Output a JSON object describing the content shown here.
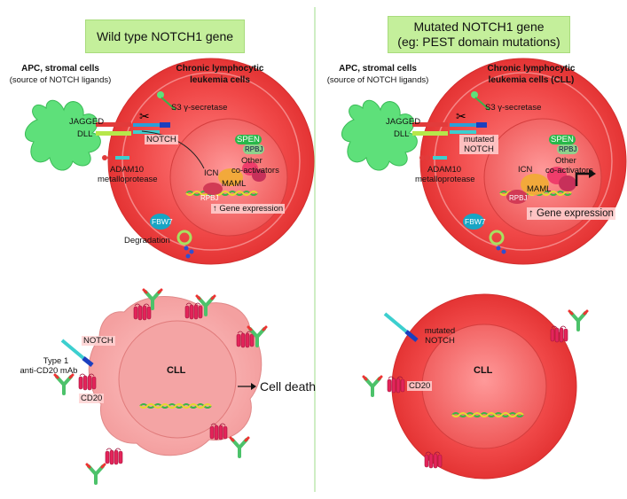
{
  "left": {
    "title": "Wild type NOTCH1 gene",
    "apc_title": "APC, stromal cells",
    "apc_sub": "(source of NOTCH ligands)",
    "cll_title_1": "Chronic lymphocytic",
    "cll_title_2": "leukemia cells",
    "jagged": "JAGGED",
    "dll": "DLL",
    "notch": "NOTCH",
    "secretase": "S3 γ-secretase",
    "spen": "SPEN",
    "rpbj_top": "RPBJ",
    "other_1": "Other",
    "other_2": "co-activators",
    "icn": "ICN",
    "maml": "MAML",
    "rpbj": "RPBJ",
    "gene_expression": "Gene expression",
    "adam10_1": "ADAM10",
    "adam10_2": "metalloprotease",
    "fbw7": "FBW7",
    "degradation": "Degradation",
    "notch_bottom": "NOTCH",
    "mab_1": "Type 1",
    "mab_2": "anti-CD20 mAb",
    "cd20": "CD20",
    "cll": "CLL",
    "cell_death": "Cell death"
  },
  "right": {
    "title_1": "Mutated NOTCH1 gene",
    "title_2": "(eg: PEST domain mutations)",
    "apc_title": "APC, stromal cells",
    "apc_sub": "(source of NOTCH ligands)",
    "cll_title_1": "Chronic lymphocytic",
    "cll_title_2": "leukemia cells (CLL)",
    "jagged": "JAGGED",
    "dll": "DLL",
    "notch_1": "mutated",
    "notch_2": "NOTCH",
    "secretase": "S3 γ-secretase",
    "spen": "SPEN",
    "rpbj_top": "RPBJ",
    "other_1": "Other",
    "other_2": "co-activators",
    "icn": "ICN",
    "maml": "MAML",
    "rpbj": "RPBJ",
    "gene_expression": "Gene expression",
    "adam10_1": "ADAM10",
    "adam10_2": "metalloprotease",
    "fbw7": "FBW7",
    "notch_bottom_1": "mutated",
    "notch_bottom_2": "NOTCH",
    "cd20": "CD20",
    "cll": "CLL"
  },
  "colors": {
    "cell": "#ee4444",
    "nucleus": "#f36a6a",
    "apc": "#5ee07a",
    "title_bg": "#c4ef9b",
    "receptor": "#e4245a",
    "antibody": "#4cc26a"
  }
}
